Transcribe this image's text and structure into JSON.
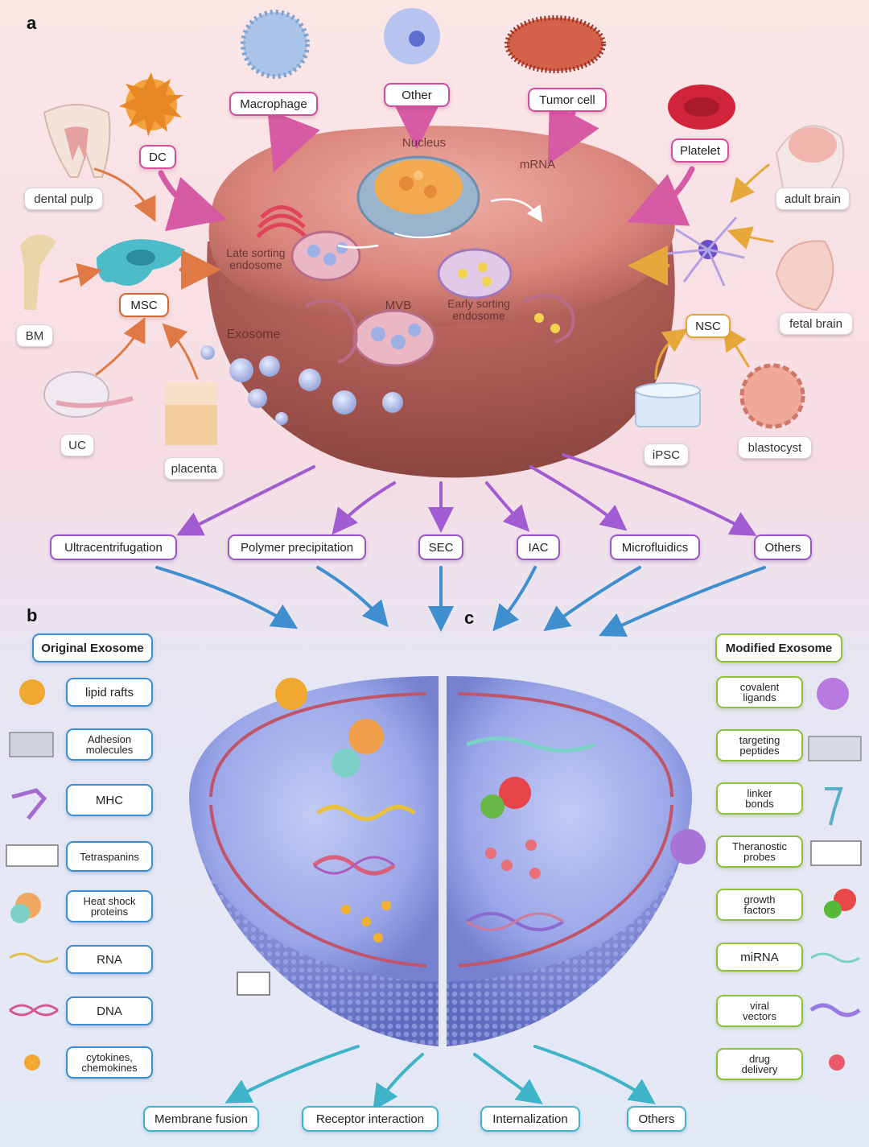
{
  "panels": {
    "a": "a",
    "b": "b",
    "c": "c"
  },
  "sources": {
    "dc": "DC",
    "macrophage": "Macrophage",
    "other": "Other",
    "tumor_cell": "Tumor cell",
    "platelet": "Platelet",
    "msc": "MSC",
    "nsc": "NSC",
    "dental_pulp": "dental pulp",
    "bm": "BM",
    "uc": "UC",
    "placenta": "placenta",
    "adult_brain": "adult brain",
    "fetal_brain": "fetal brain",
    "ipsc": "iPSC",
    "blastocyst": "blastocyst"
  },
  "cell_labels": {
    "nucleus": "Nucleus",
    "mrna": "mRNA",
    "late_endosome": "Late sorting\nendosome",
    "mvb": "MVB",
    "early_endosome": "Early sorting\nendosome",
    "exosome": "Exosome"
  },
  "isolation_methods": [
    "Ultracentrifugation",
    "Polymer precipitation",
    "SEC",
    "IAC",
    "Microfluidics",
    "Others"
  ],
  "original_exosome": {
    "title": "Original Exosome",
    "items": [
      "lipid rafts",
      "Adhesion\nmolecules",
      "MHC",
      "Tetraspanins",
      "Heat shock\nproteins",
      "RNA",
      "DNA",
      "cytokines,\nchemokines"
    ]
  },
  "modified_exosome": {
    "title": "Modified Exosome",
    "items": [
      "covalent\nligands",
      "targeting\npeptides",
      "linker\nbonds",
      "Theranostic\nprobes",
      "growth\nfactors",
      "miRNA",
      "viral\nvectors",
      "drug\ndelivery"
    ]
  },
  "uptake_mechanisms": [
    "Membrane fusion",
    "Receptor interaction",
    "Internalization",
    "Others"
  ],
  "colors": {
    "source_border": "#cf4f9e",
    "msc_border": "#c86a3a",
    "nsc_border": "#e0a53a",
    "method_border": "#9a55c8",
    "original_border": "#3b8fd0",
    "modified_border": "#8cc13c",
    "uptake_border": "#3fb3c8",
    "cell_body": "#d9857c",
    "membrane": "#8b93e0"
  }
}
